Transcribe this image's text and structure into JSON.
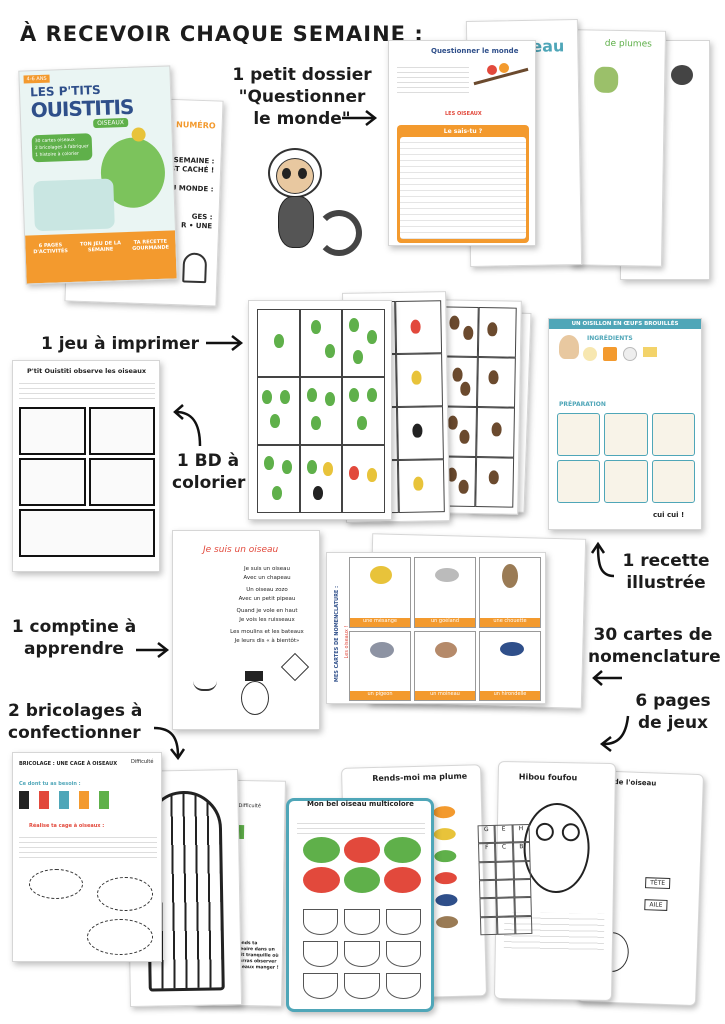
{
  "header": {
    "title": "À RECEVOIR CHAQUE SEMAINE :"
  },
  "labels": {
    "dossier": "1 petit dossier \"Questionner le monde\"",
    "jeu": "1 jeu à imprimer",
    "bd": "1 BD à colorier",
    "recette": "1 recette illustrée",
    "comptine": "1 comptine à apprendre",
    "cartes": "30 cartes de nomenclature",
    "bricolages": "2 bricolages à confectionner",
    "jeux": "6 pages de jeux"
  },
  "magazine": {
    "age": "4-6 ANS",
    "title_line1": "LES P'TITS",
    "title_line2": "OUISTITIS",
    "subtitle": "OISEAUX",
    "bullets": [
      "30 cartes oiseaux",
      "2 bricolages à fabriquer",
      "1 histoire à colorier"
    ],
    "footer": [
      "6 PAGES D'ACTIVITÉS",
      "TON JEU DE LA SEMAINE",
      "TA RECETTE GOURMANDE"
    ],
    "back_snippets": [
      "NUMÉRO",
      "LA SEMAINE :",
      "EST CACHÉ !",
      "DU MONDE :",
      "GES :",
      "R • UNE"
    ]
  },
  "dossier_page": {
    "title": "Questionner le monde",
    "subtitle": "LES OISEAUX",
    "box_title": "Le sais-tu ?",
    "behind_1": "eau",
    "behind_2": "de plumes"
  },
  "bd_page": {
    "title": "P'tit Ouistiti observe les oiseaux"
  },
  "recette_page": {
    "title": "UN OISILLON EN ŒUFS BROUILLÉS",
    "ingredients": "INGRÉDIENTS",
    "preparation": "PRÉPARATION",
    "ending": "cui cui !"
  },
  "comptine_page": {
    "title": "Je suis un oiseau",
    "lines": [
      "Je suis un oiseau",
      "Avec un chapeau",
      "Un oiseau zozo",
      "Avec un petit pipeau",
      "Quand je vole en haut",
      "Je vois les ruisseaux",
      "Les moulins et les bateaux",
      "Je leurs dis « à bientôt»"
    ]
  },
  "cartes_page": {
    "side_title": "MES CARTES DE NOMENCLATURE :",
    "side_sub": "Les oiseaux !",
    "names": [
      "une mésange",
      "un goéland",
      "une chouette",
      "un pigeon",
      "un moineau",
      "un hirondelle"
    ]
  },
  "bricolage_page": {
    "title": "BRICOLAGE : UNE CAGE À OISEAUX",
    "difficulty": "Difficulté",
    "need": "Ce dont tu as besoin :",
    "steps": "Réalise ta cage à oiseaux :",
    "second_note": "Suspends ta mangeoire dans un endroit tranquille où tu pourras observer les oiseaux manger !"
  },
  "jeux_pages": {
    "p1": "Mon bel oiseau multicolore",
    "p2": "Rends-moi ma plume",
    "p3": "Hibou foufou",
    "p4": "rps de l'oiseau",
    "word_tete": "TÊTE",
    "word_aile": "AILE",
    "grid_letters": [
      "G",
      "E",
      "H",
      "F",
      "C",
      "B"
    ]
  },
  "colors": {
    "orange": "#f39a2e",
    "teal": "#4fa6b8",
    "green": "#5fb04a",
    "navy": "#2f4f8a"
  }
}
